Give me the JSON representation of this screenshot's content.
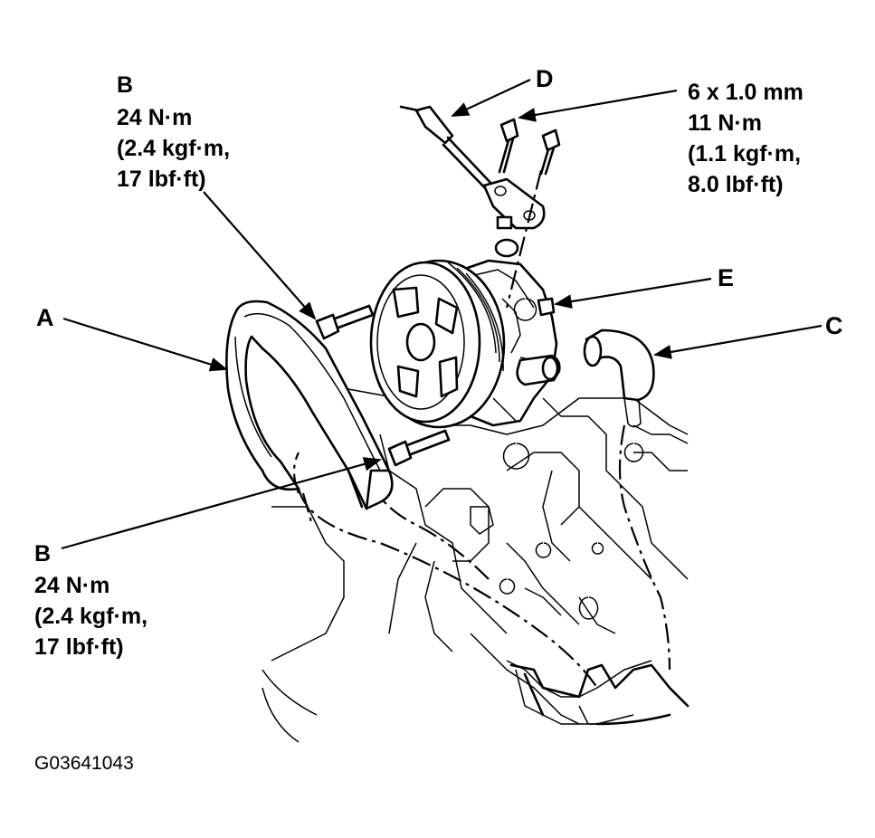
{
  "labels": {
    "A": "A",
    "C": "C",
    "D": "D",
    "E": "E",
    "B_top": {
      "letter": "B",
      "torque": "24 N·m",
      "line2": "(2.4 kgf·m,",
      "line3": "17 lbf·ft)"
    },
    "B_bottom": {
      "letter": "B",
      "torque": "24 N·m",
      "line2": "(2.4 kgf·m,",
      "line3": "17 lbf·ft)"
    },
    "bolt_spec": {
      "size": "6 x 1.0 mm",
      "torque": "11 N·m",
      "line2": "(1.1 kgf·m,",
      "line3": "8.0 lbf·ft)"
    }
  },
  "figure_code": "G03641043"
}
